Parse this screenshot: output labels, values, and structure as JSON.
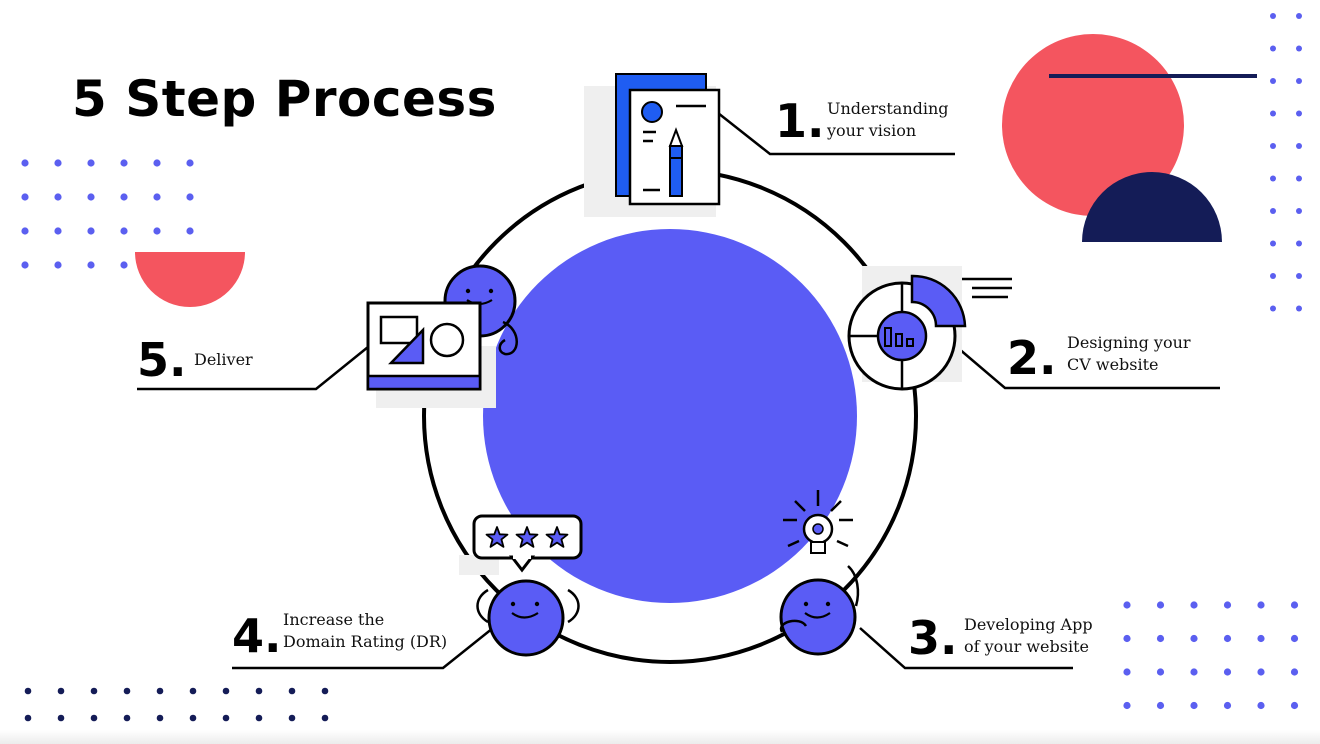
{
  "title": "5 Step Process",
  "colors": {
    "accent": "#5a5cf5",
    "blue": "#1f5df2",
    "coral": "#f4555f",
    "navy": "#141c57",
    "dots": "#5b5ff0",
    "line": "#000000",
    "panel": "#efefef"
  },
  "steps": [
    {
      "number": "1.",
      "lines": [
        "Understanding",
        "your vision"
      ],
      "icon": "document-pen-icon"
    },
    {
      "number": "2.",
      "lines": [
        "Designing your",
        "CV website"
      ],
      "icon": "donut-chart-icon"
    },
    {
      "number": "3.",
      "lines": [
        "Developing App",
        "of your website"
      ],
      "icon": "lightbulb-icon"
    },
    {
      "number": "4.",
      "lines": [
        "Increase the",
        "Domain Rating (DR)"
      ],
      "icon": "rating-stars-icon"
    },
    {
      "number": "5.",
      "lines": [
        "Deliver"
      ],
      "icon": "shapes-canvas-icon"
    }
  ]
}
